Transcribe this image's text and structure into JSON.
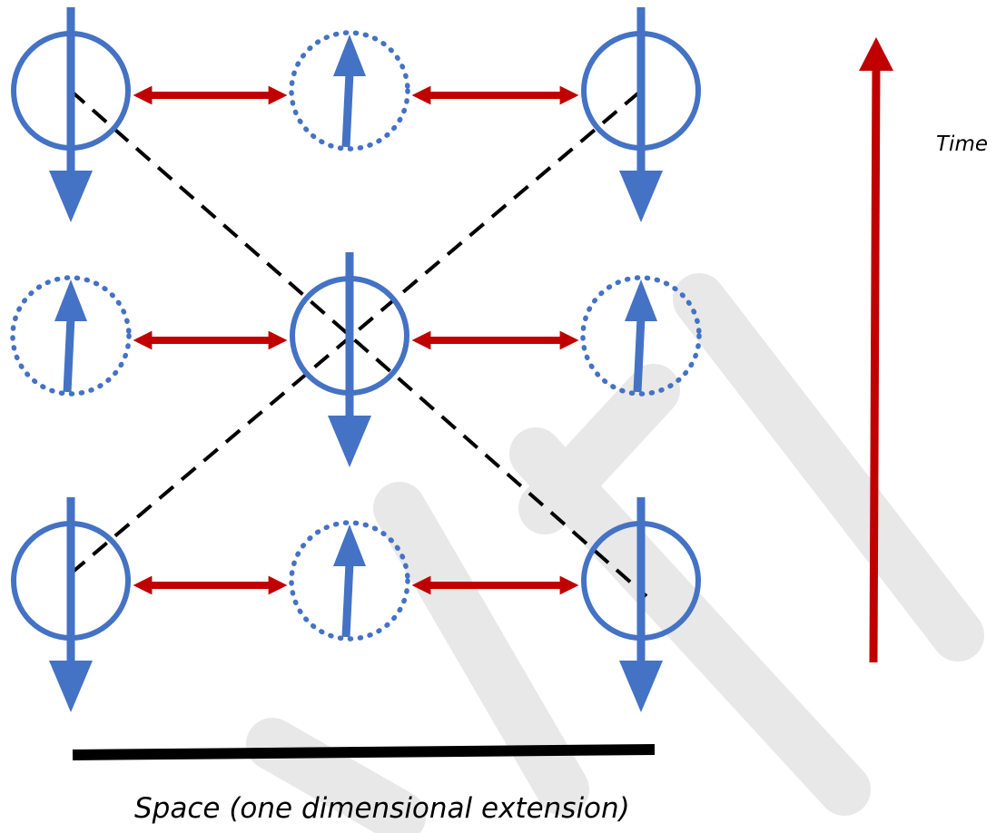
{
  "labels": {
    "time_axis": "Time",
    "space_axis": "Space (one dimensional extension)"
  },
  "colors": {
    "spin": "#4472C4",
    "coupling_arrow": "#C00000",
    "time_arrow": "#C00000",
    "correlation_line": "#000000",
    "space_bar": "#000000",
    "watermark": "#E8E8E8"
  },
  "lattice": {
    "rows": [
      {
        "name": "top",
        "sites": [
          {
            "spin": "down",
            "outline": "solid"
          },
          {
            "spin": "up",
            "outline": "dotted"
          },
          {
            "spin": "down",
            "outline": "solid"
          }
        ]
      },
      {
        "name": "middle",
        "sites": [
          {
            "spin": "up",
            "outline": "dotted"
          },
          {
            "spin": "down",
            "outline": "solid"
          },
          {
            "spin": "up",
            "outline": "dotted"
          }
        ]
      },
      {
        "name": "bottom",
        "sites": [
          {
            "spin": "down",
            "outline": "solid"
          },
          {
            "spin": "up",
            "outline": "dotted"
          },
          {
            "spin": "down",
            "outline": "solid"
          }
        ]
      }
    ],
    "couplings_per_row": 2,
    "correlation_lines": 2
  },
  "icons": {
    "spin_site": "circle-with-arrow",
    "coupling": "double-headed-arrow",
    "time_axis": "up-arrow"
  }
}
